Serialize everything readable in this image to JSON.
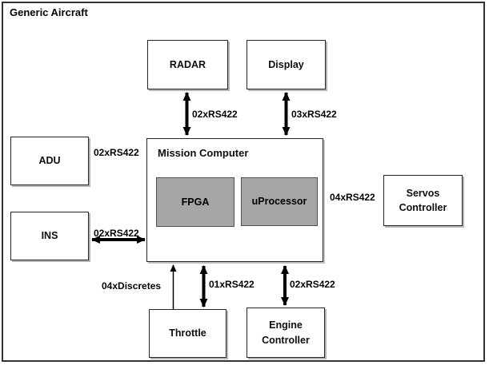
{
  "title": "Generic Aircraft",
  "nodes": {
    "radar": {
      "label": "RADAR"
    },
    "display": {
      "label": "Display"
    },
    "adu": {
      "label": "ADU"
    },
    "ins": {
      "label": "INS"
    },
    "mission_computer": {
      "label": "Mission Computer"
    },
    "fpga": {
      "label": "FPGA"
    },
    "uprocessor": {
      "label": "uProcessor"
    },
    "servos_controller": {
      "label": "Servos Controller"
    },
    "throttle": {
      "label": "Throttle"
    },
    "engine_controller": {
      "label": "Engine Controller"
    }
  },
  "links": {
    "radar_mc": {
      "label": "02xRS422",
      "style": "double-arrow"
    },
    "display_mc": {
      "label": "03xRS422",
      "style": "double-arrow"
    },
    "adu_mc": {
      "label": "02xRS422",
      "style": "label-only"
    },
    "ins_mc": {
      "label": "02xRS422",
      "style": "double-arrow"
    },
    "mc_servos": {
      "label": "04xRS422",
      "style": "label-only"
    },
    "mc_throttle_discretes": {
      "label": "04xDiscretes",
      "style": "thin-single-arrow-up"
    },
    "mc_throttle": {
      "label": "01xRS422",
      "style": "double-arrow"
    },
    "mc_engine": {
      "label": "02xRS422",
      "style": "double-arrow"
    }
  },
  "colors": {
    "chip_fill": "#a6a6a6",
    "box_border": "#262626",
    "frame_border": "#333333",
    "arrow": "#000000"
  }
}
